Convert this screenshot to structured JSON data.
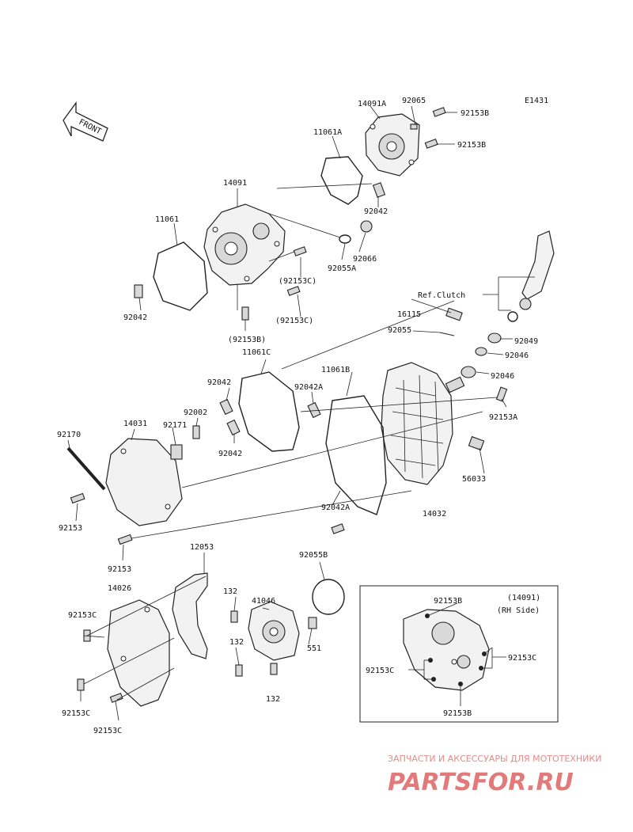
{
  "diagram": {
    "code": "E1431",
    "front_label": "FRONT",
    "ref_label": "Ref.Clutch",
    "inset_title_1": "(14091)",
    "inset_title_2": "(RH Side)"
  },
  "labels": {
    "p14091A": "14091A",
    "p92065": "92065",
    "p92153B_1": "92153B",
    "p92153B_2": "92153B",
    "p11061A": "11061A",
    "p14091": "14091",
    "p92042_1": "92042",
    "p92066": "92066",
    "p92055A": "92055A",
    "p11061": "11061",
    "p92153C_1": "(92153C)",
    "p92153C_2": "(92153C)",
    "p92042_2": "92042",
    "p92153B_3": "(92153B)",
    "p11061C": "11061C",
    "p16115": "16115",
    "p92055": "92055",
    "p92049": "92049",
    "p92046_1": "92046",
    "p92046_2": "92046",
    "p92042_3": "92042",
    "p92042A_1": "92042A",
    "p11061B": "11061B",
    "p92153A": "92153A",
    "p92002": "92002",
    "p14031": "14031",
    "p92171": "92171",
    "p92170": "92170",
    "p92042_4": "92042",
    "p56033": "56033",
    "p92042A_2": "92042A",
    "p14032": "14032",
    "p92153_1": "92153",
    "p92153_2": "92153",
    "p12053": "12053",
    "p92055B": "92055B",
    "p14026": "14026",
    "p132_1": "132",
    "p41046": "41046",
    "p92153C_3": "92153C",
    "p132_2": "132",
    "p551": "551",
    "p132_3": "132",
    "p92153C_4": "92153C",
    "p92153C_5": "92153C",
    "i92153B_1": "92153B",
    "i92153C_1": "92153C",
    "i92153C_2": "92153C",
    "i92153B_2": "92153B"
  },
  "watermark": {
    "tagline": "ЗАПЧАСТИ И АКСЕССУАРЫ ДЛЯ МОТОТЕХНИКИ",
    "logo": "PARTSFOR.RU",
    "color": "#e37a7a"
  }
}
